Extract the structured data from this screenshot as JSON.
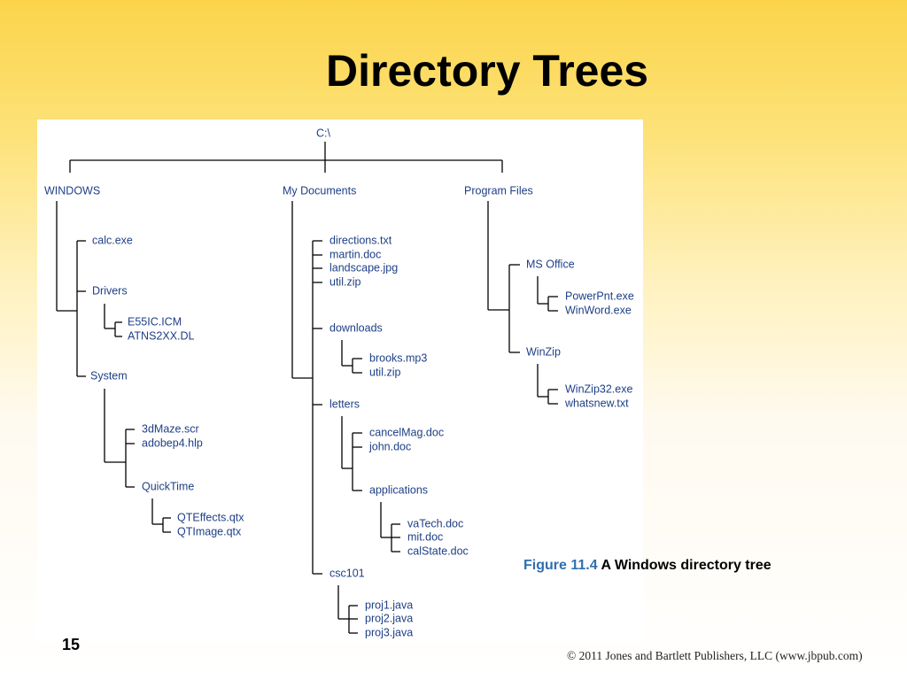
{
  "slide": {
    "title": "Directory Trees",
    "page_number": "15",
    "copyright": "© 2011 Jones and Bartlett Publishers, LLC (www.jbpub.com)"
  },
  "figure": {
    "caption_number": "Figure 11.4",
    "caption_text": " A Windows directory tree"
  },
  "tree": {
    "root": "C:\\",
    "windows": {
      "label": "WINDOWS",
      "calc": "calc.exe",
      "drivers": {
        "label": "Drivers",
        "files": [
          "E55IC.ICM",
          "ATNS2XX.DL"
        ]
      },
      "system": {
        "label": "System",
        "files": [
          "3dMaze.scr",
          "adobep4.hlp"
        ],
        "quicktime": {
          "label": "QuickTime",
          "files": [
            "QTEffects.qtx",
            "QTImage.qtx"
          ]
        }
      }
    },
    "my_documents": {
      "label": "My Documents",
      "files": [
        "directions.txt",
        "martin.doc",
        "landscape.jpg",
        "util.zip"
      ],
      "downloads": {
        "label": "downloads",
        "files": [
          "brooks.mp3",
          "util.zip"
        ]
      },
      "letters": {
        "label": "letters",
        "files": [
          "cancelMag.doc",
          "john.doc"
        ],
        "applications": {
          "label": "applications",
          "files": [
            "vaTech.doc",
            "mit.doc",
            "calState.doc"
          ]
        }
      },
      "csc101": {
        "label": "csc101",
        "files": [
          "proj1.java",
          "proj2.java",
          "proj3.java"
        ]
      }
    },
    "program_files": {
      "label": "Program Files",
      "ms_office": {
        "label": "MS Office",
        "files": [
          "PowerPnt.exe",
          "WinWord.exe"
        ]
      },
      "winzip": {
        "label": "WinZip",
        "files": [
          "WinZip32.exe",
          "whatsnew.txt"
        ]
      }
    }
  }
}
